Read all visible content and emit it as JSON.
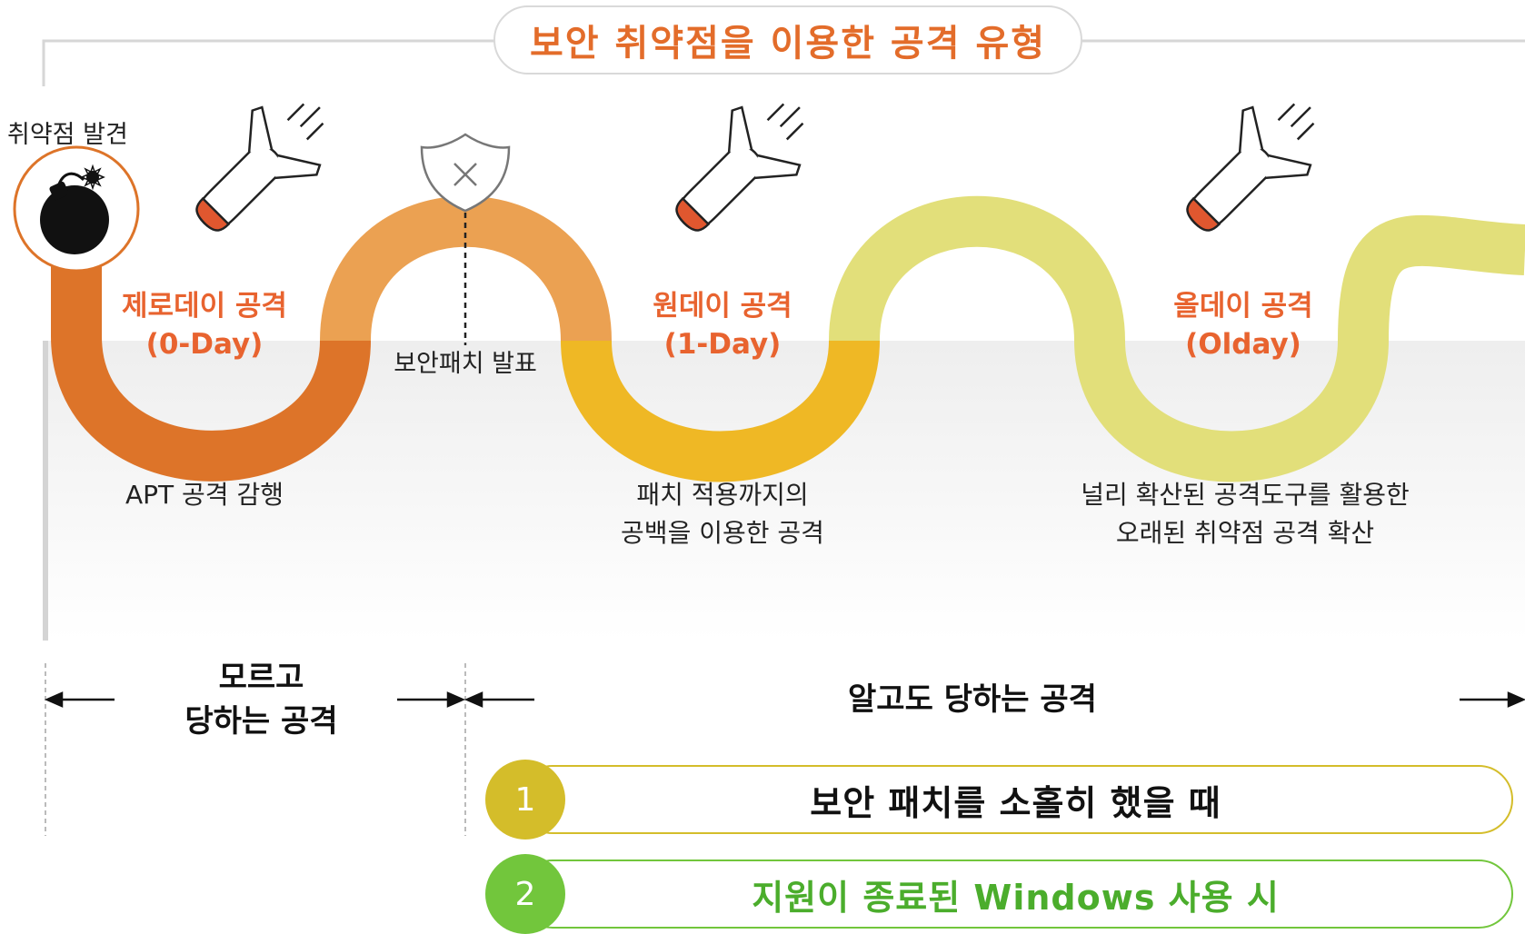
{
  "title": "보안 취약점을 이용한 공격 유형",
  "discovery_label": "취약점 발견",
  "patch_label": "보안패치 발표",
  "phases": [
    {
      "name": "제로데이 공격",
      "sub": "(0-Day)",
      "desc": [
        "APT 공격 감행"
      ],
      "color": "#e8632f"
    },
    {
      "name": "원데이 공격",
      "sub": "(1-Day)",
      "desc": [
        "패치 적용까지의",
        "공백을 이용한 공격"
      ],
      "color": "#e8632f"
    },
    {
      "name": "올데이 공격",
      "sub": "(Olday)",
      "desc": [
        "널리 확산된 공격도구를 활용한",
        "오래된 취약점 공격 확산"
      ],
      "color": "#e8632f"
    }
  ],
  "brackets": {
    "unknown": [
      "모르고",
      "당하는 공격"
    ],
    "known": "알고도 당하는 공격"
  },
  "conditions": [
    {
      "num": "1",
      "text": "보안 패치를 소홀히 했을 때",
      "color": "#d4bd2a",
      "text_color": "#111111"
    },
    {
      "num": "2",
      "text": "지원이 종료된 Windows 사용 시",
      "color": "#72c63c",
      "text_color": "#4bad2c"
    }
  ],
  "colors": {
    "wave_dark_orange": "#dd7429",
    "wave_light_orange": "#eba152",
    "wave_gold": "#efb825",
    "wave_yellow": "#e2df7a",
    "accent": "#e36c2a"
  },
  "icons": [
    "bomb-icon",
    "missile-icon",
    "shield-x-icon",
    "arrow-left-icon",
    "arrow-right-icon"
  ]
}
